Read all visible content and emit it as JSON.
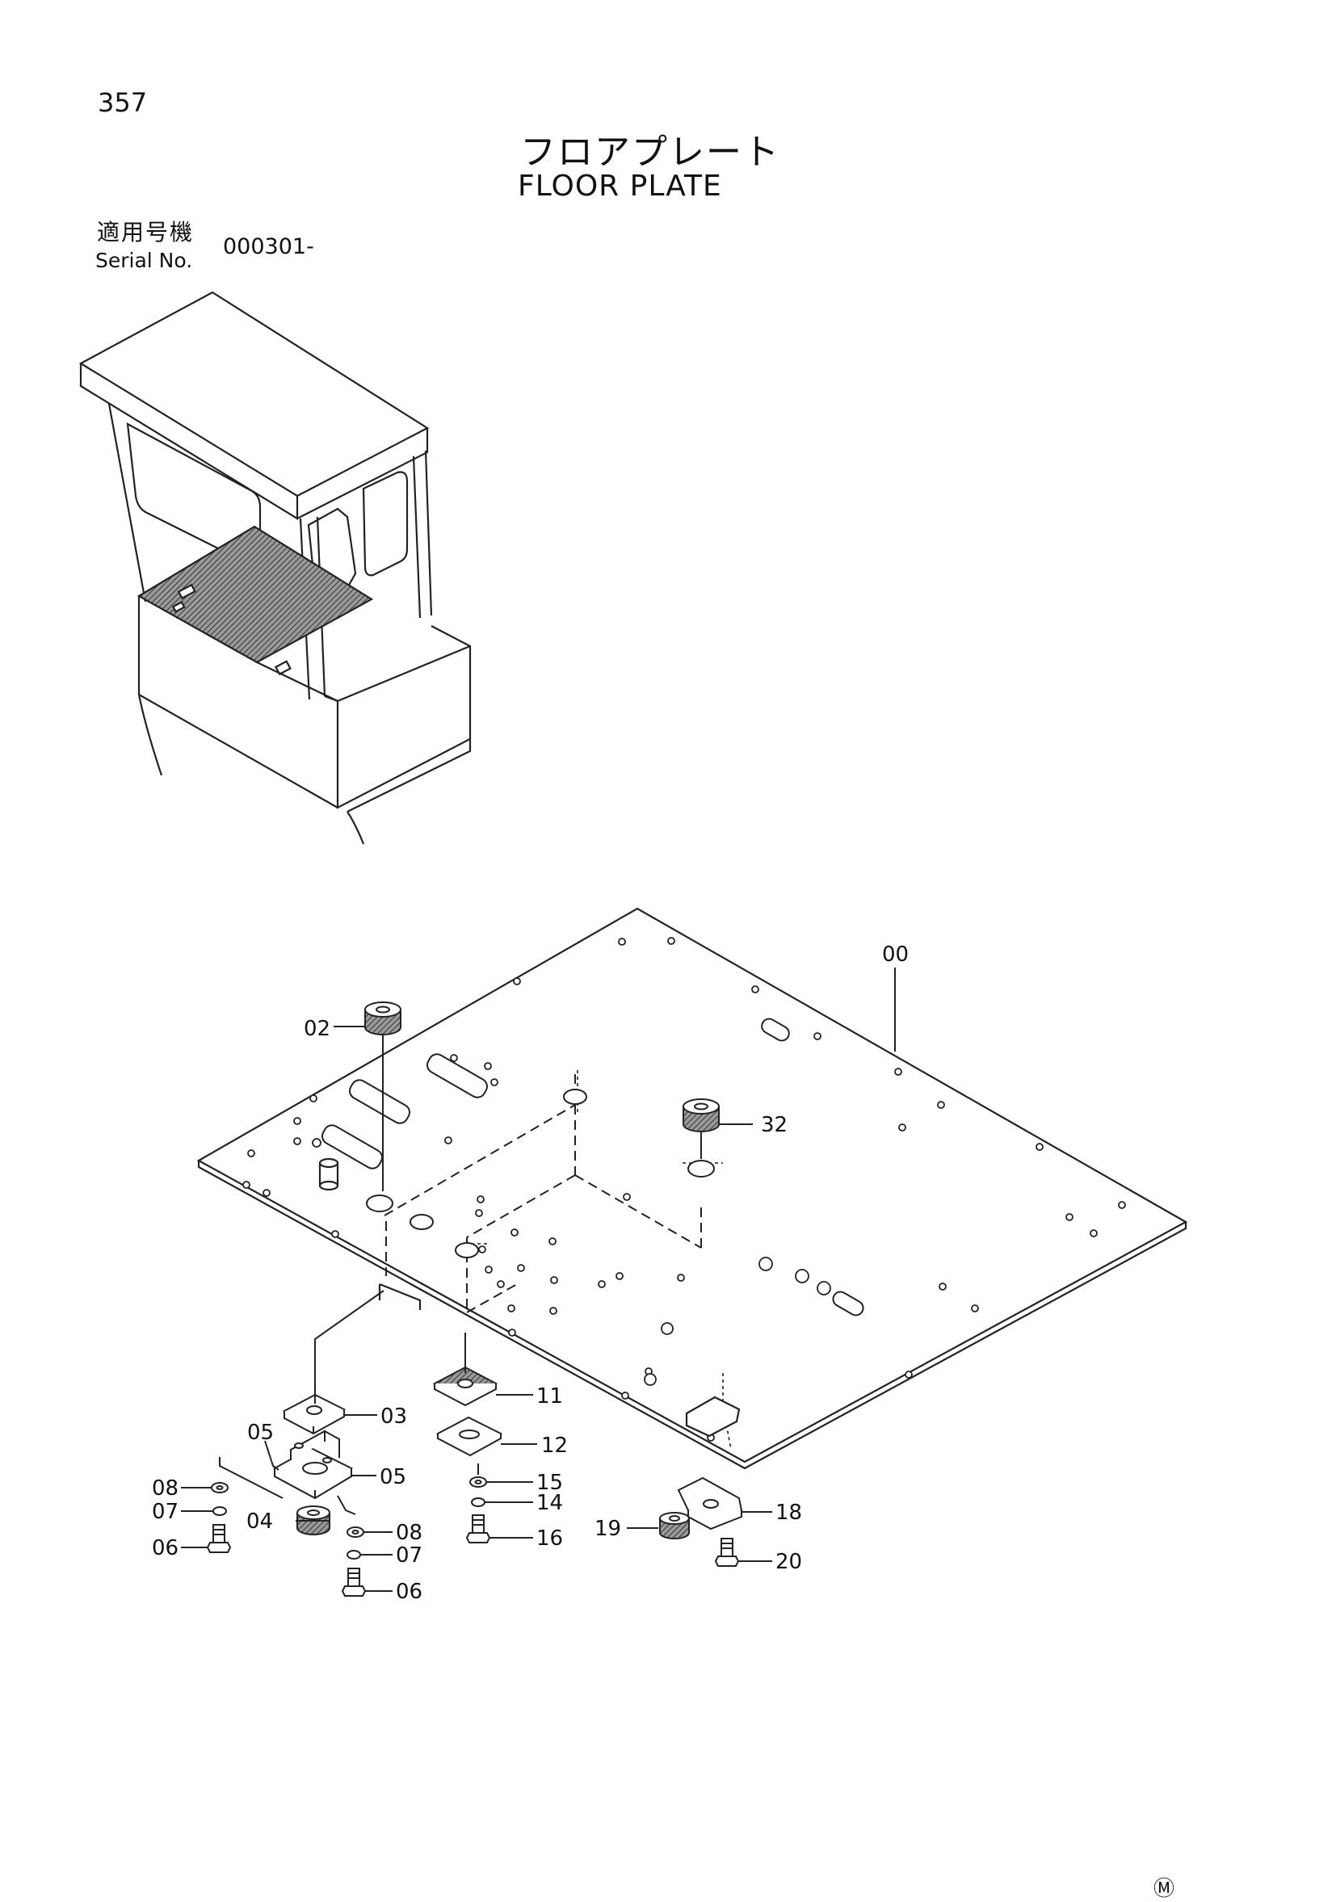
{
  "page": {
    "number": "357",
    "title_jp": "フロアプレート",
    "title_en": "FLOOR PLATE",
    "serial_label_jp": "適用号機",
    "serial_label_en": "Serial No.",
    "serial_value": "000301-",
    "mark": "Ⓜ"
  },
  "callouts": {
    "c00": "00",
    "c02": "02",
    "c03": "03",
    "c04": "04",
    "c05a": "05",
    "c05b": "05",
    "c06a": "06",
    "c06b": "06",
    "c07a": "07",
    "c07b": "07",
    "c08a": "08",
    "c08b": "08",
    "c11": "11",
    "c12": "12",
    "c14": "14",
    "c15": "15",
    "c16": "16",
    "c18": "18",
    "c19": "19",
    "c20": "20",
    "c32": "32"
  }
}
